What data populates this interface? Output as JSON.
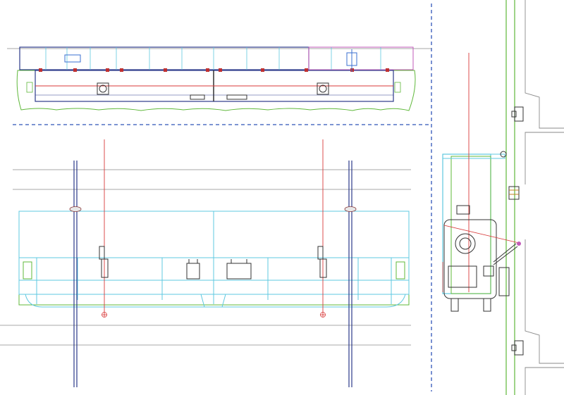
{
  "drawing": {
    "views": [
      {
        "id": "top-plan-view",
        "type": "elevation strip"
      },
      {
        "id": "front-elevation-view",
        "type": "hatched panel"
      },
      {
        "id": "side-section-view",
        "type": "section"
      }
    ],
    "colors": {
      "background": "#ffffff",
      "outline": "#2b3a8a",
      "hatch": "#5fb83a",
      "frame": "#5fc8e0",
      "cable": "#d83a3a",
      "divider": "#2f55b8",
      "accent": "#c25ab8"
    }
  }
}
